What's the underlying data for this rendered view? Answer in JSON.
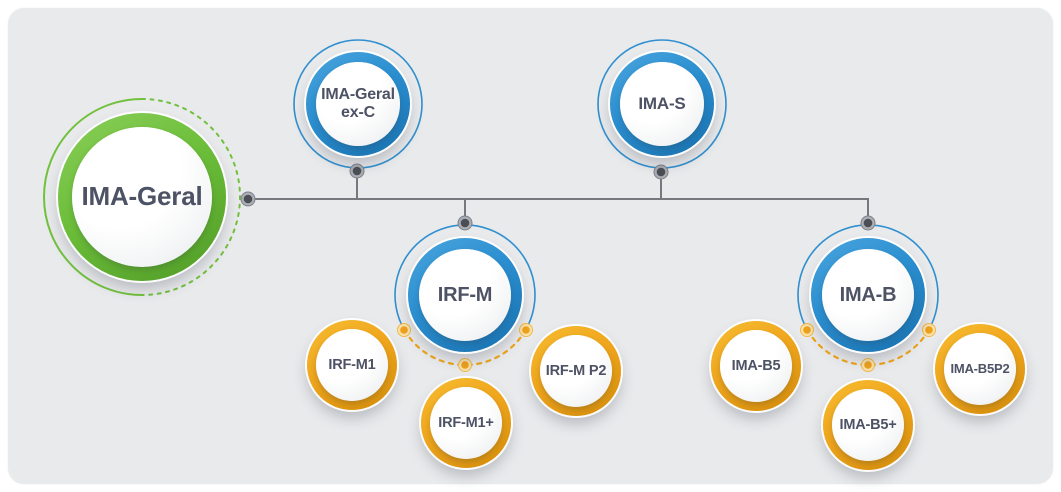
{
  "palette": {
    "card_background": "#e9eaec",
    "green_ring": "#6cbe3a",
    "blue_ring": "#2b8ecf",
    "orange_ring": "#efa51c",
    "connector_gray": "#76787e",
    "label_text": "#4d5265"
  },
  "diagram": {
    "type": "index-family-tree",
    "nodes": {
      "ima_geral": {
        "label": "IMA-Geral",
        "color": "green",
        "level": "root"
      },
      "ima_geral_ex_c": {
        "line1": "IMA-Geral",
        "line2": "ex-C",
        "color": "blue",
        "level": "parent"
      },
      "ima_s": {
        "label": "IMA-S",
        "color": "blue",
        "level": "parent"
      },
      "irf_m": {
        "label": "IRF-M",
        "color": "blue",
        "level": "parent"
      },
      "ima_b": {
        "label": "IMA-B",
        "color": "blue",
        "level": "parent"
      },
      "irf_m1": {
        "label": "IRF-M1",
        "color": "orange",
        "level": "child"
      },
      "irf_m1_plus": {
        "label": "IRF-M1+",
        "color": "orange",
        "level": "child"
      },
      "irf_m_p2": {
        "label": "IRF-M P2",
        "color": "orange",
        "level": "child"
      },
      "ima_b5": {
        "label": "IMA-B5",
        "color": "orange",
        "level": "child"
      },
      "ima_b5_plus": {
        "label": "IMA-B5+",
        "color": "orange",
        "level": "child"
      },
      "ima_b5p2": {
        "label": "IMA-B5P2",
        "color": "orange",
        "level": "child"
      }
    },
    "edges": [
      {
        "from": "IMA-Geral",
        "to": "IMA-Geral ex-C"
      },
      {
        "from": "IMA-Geral",
        "to": "IMA-S"
      },
      {
        "from": "IMA-Geral",
        "to": "IRF-M"
      },
      {
        "from": "IMA-Geral",
        "to": "IMA-B"
      },
      {
        "from": "IRF-M",
        "to": "IRF-M1"
      },
      {
        "from": "IRF-M",
        "to": "IRF-M1+"
      },
      {
        "from": "IRF-M",
        "to": "IRF-M P2"
      },
      {
        "from": "IMA-B",
        "to": "IMA-B5"
      },
      {
        "from": "IMA-B",
        "to": "IMA-B5+"
      },
      {
        "from": "IMA-B",
        "to": "IMA-B5P2"
      }
    ]
  }
}
